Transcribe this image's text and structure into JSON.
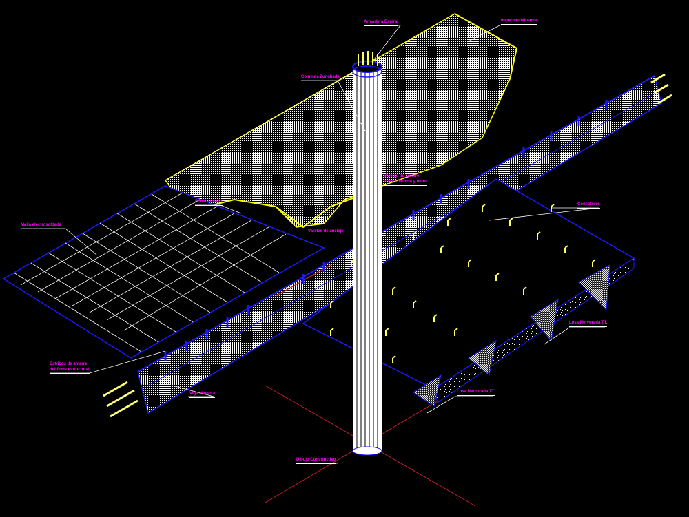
{
  "drawing": {
    "type": "isometric construction detail",
    "background": "#000000",
    "colors": {
      "label": "#ff00ff",
      "leader": "#ffffff",
      "outline_blue": "#1a1aff",
      "rebar_yellow": "#ffff55",
      "hatch_white": "#ffffff",
      "axis_red": "#cc2222",
      "wall_yellow_edge": "#ffff00"
    }
  },
  "labels": {
    "armadura_espiral": "Armadura Espiral",
    "impermeabilizante": "Impermeabilizante",
    "columna_zunchada": "Columna Zunchada",
    "varillas_amarre_1": "Varillas de amarre",
    "varillas_amarre_2": "entre columna y muro",
    "firme_armado": "Firme armado",
    "malla_electrosoldada": "Malla electrosoldada",
    "varillas_de_anclaje": "Varillas de anclaje",
    "conectores": "Conectores",
    "losa_nervurada_1": "Losa Nervurada TT.",
    "losa_nervurada_2": "Losa Nervurada TT.",
    "estribos_1": "Estribos de amarre",
    "estribos_2": "del firme estructural",
    "viga_maestra": "Viga Maestra",
    "dibujo": "Dibujo Constructivo"
  }
}
